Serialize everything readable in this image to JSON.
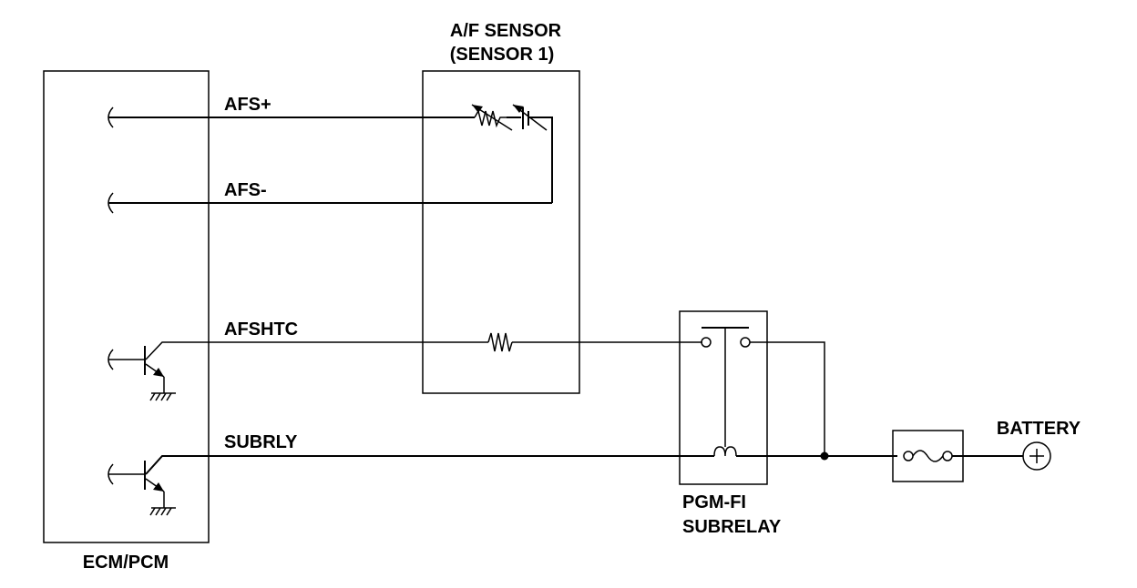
{
  "diagram": {
    "ecm_label": "ECM/PCM",
    "sensor_label_line1": "A/F SENSOR",
    "sensor_label_line2": "(SENSOR 1)",
    "relay_label_line1": "PGM-FI",
    "relay_label_line2": "SUBRELAY",
    "battery_label": "BATTERY",
    "wires": {
      "afs_plus": "AFS+",
      "afs_minus": "AFS-",
      "afshtc": "AFSHTC",
      "subrly": "SUBRLY"
    }
  },
  "colors": {
    "line": "#000000",
    "background": "#ffffff"
  }
}
